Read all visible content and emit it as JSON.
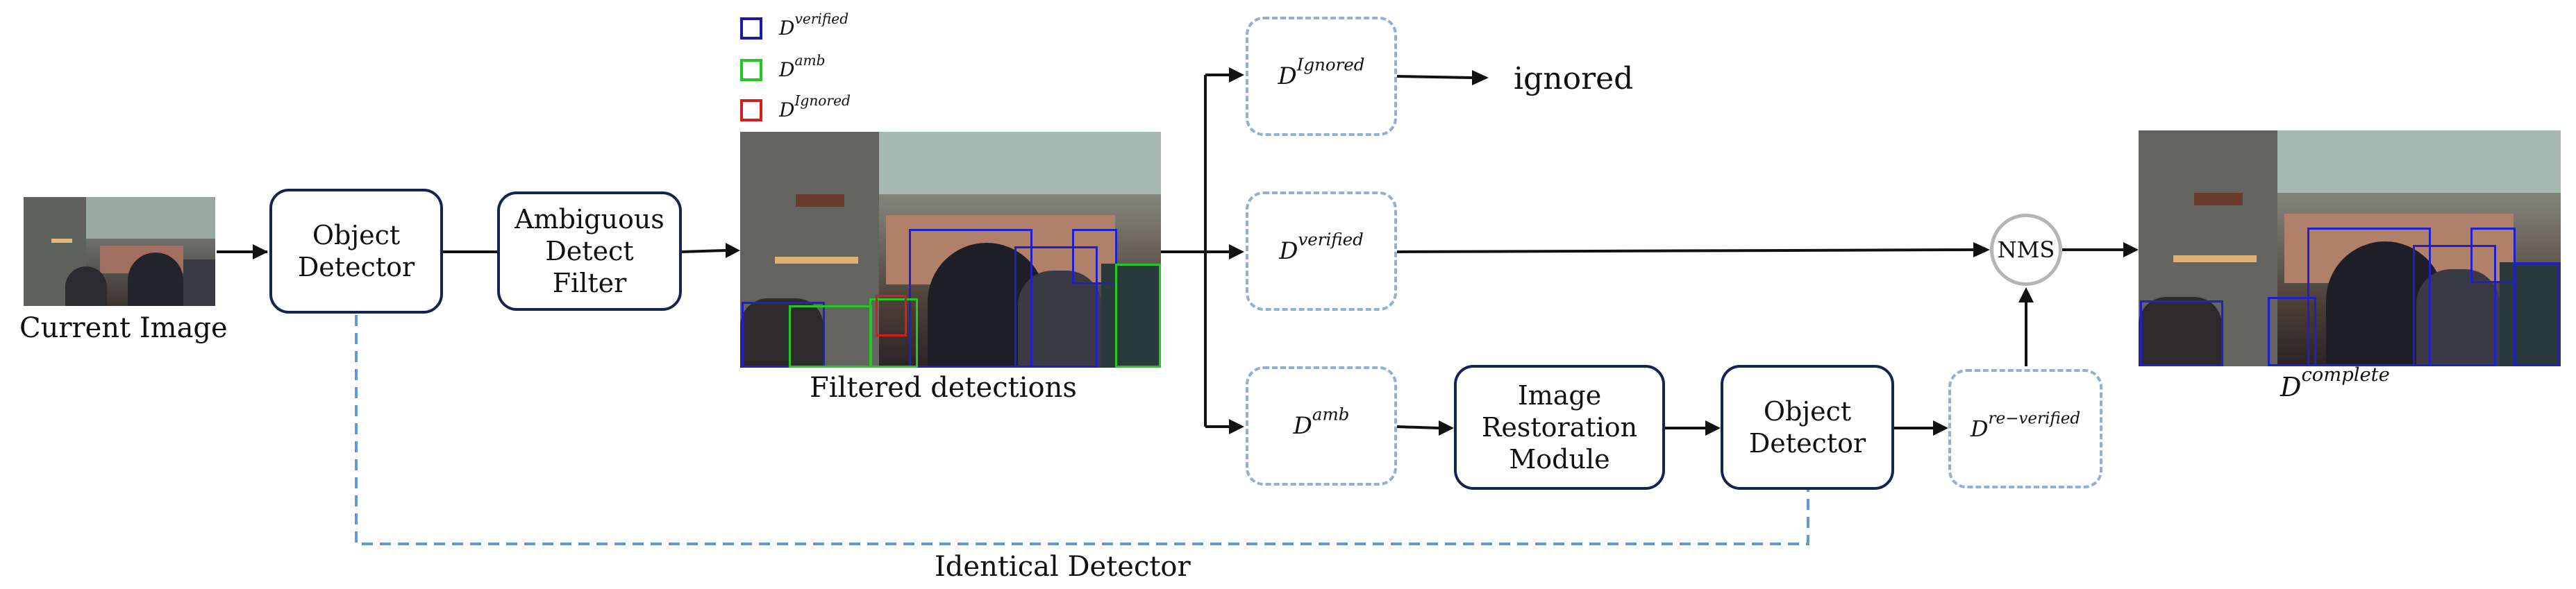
{
  "colors": {
    "box_border": "#12244f",
    "dashed_border": "#8fb0d8",
    "arrow": "#111111",
    "verified": "#1a1aa6",
    "amb": "#22c922",
    "ignored": "#d41f1f",
    "nms_border": "#b5b5b5"
  },
  "legend": [
    {
      "base": "D",
      "sup": "verified",
      "color_key": "verified"
    },
    {
      "base": "D",
      "sup": "amb",
      "color_key": "amb"
    },
    {
      "base": "D",
      "sup": "Ignored",
      "color_key": "ignored"
    }
  ],
  "nodes": {
    "current_image_caption": "Current Image",
    "object_detector_1": [
      "Object",
      "Detector"
    ],
    "ambiguous_filter": [
      "Ambiguous",
      "Detect",
      "Filter"
    ],
    "filtered_caption": "Filtered detections",
    "d_ignored": {
      "base": "D",
      "sup": "Ignored"
    },
    "ignored_label": "ignored",
    "d_verified": {
      "base": "D",
      "sup": "verified"
    },
    "d_amb": {
      "base": "D",
      "sup": "amb"
    },
    "image_restoration": [
      "Image",
      "Restoration",
      "Module"
    ],
    "object_detector_2": [
      "Object",
      "Detector"
    ],
    "d_reverified": {
      "base": "D",
      "sup": "re−verified"
    },
    "nms": "NMS",
    "d_complete": {
      "base": "D",
      "sup": "complete"
    },
    "identical_detector": "Identical Detector"
  }
}
